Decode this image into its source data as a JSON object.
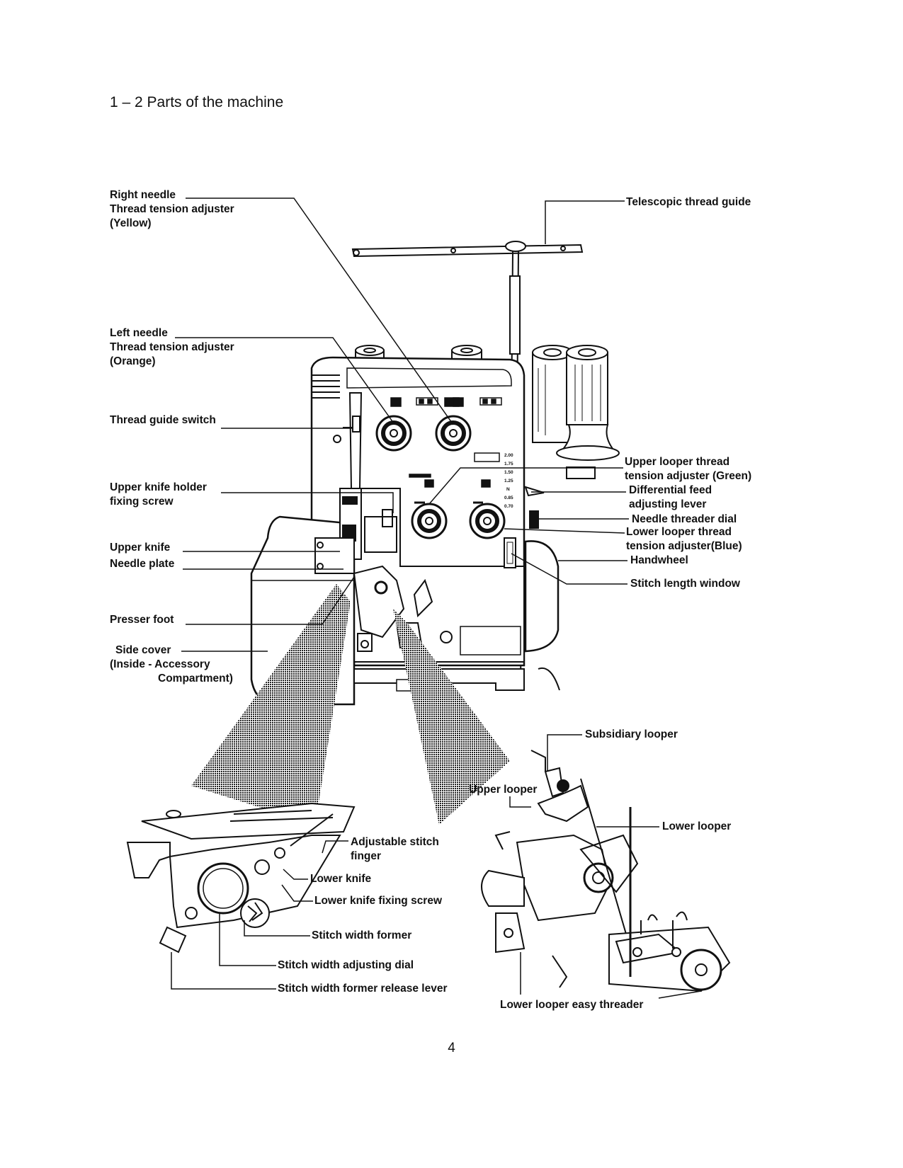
{
  "page": {
    "title": "1 – 2 Parts of the machine",
    "number": "4"
  },
  "labels": {
    "right_needle": [
      "Right needle",
      "Thread tension adjuster",
      "(Yellow)"
    ],
    "left_needle": [
      "Left needle",
      "Thread tension adjuster",
      "(Orange)"
    ],
    "thread_guide_switch": "Thread guide switch",
    "upper_knife_holder": [
      "Upper knife holder",
      "fixing screw"
    ],
    "upper_knife": "Upper knife",
    "needle_plate": "Needle plate",
    "presser_foot": "Presser foot",
    "side_cover": [
      "Side cover",
      "(Inside - Accessory",
      "Compartment)"
    ],
    "telescopic_thread_guide": "Telescopic thread guide",
    "upper_looper_tension": [
      "Upper looper thread",
      "tension adjuster (Green)"
    ],
    "differential_feed": [
      "Differential feed",
      "adjusting lever"
    ],
    "needle_threader_dial": "Needle threader dial",
    "lower_looper_tension": [
      "Lower looper thread",
      "tension adjuster(Blue)"
    ],
    "handwheel": "Handwheel",
    "stitch_length_window": "Stitch length window",
    "subsidiary_looper": "Subsidiary looper",
    "upper_looper": "Upper looper",
    "lower_looper": "Lower looper",
    "adjustable_stitch_finger": [
      "Adjustable stitch",
      "finger"
    ],
    "lower_knife": "Lower knife",
    "lower_knife_fixing_screw": "Lower knife fixing screw",
    "stitch_width_former": "Stitch width former",
    "stitch_width_adjusting_dial": "Stitch width adjusting dial",
    "stitch_width_former_release_lever": "Stitch width former release lever",
    "lower_looper_easy_threader": "Lower looper easy threader"
  },
  "stitch_scale": [
    "2.00",
    "1.75",
    "1.50",
    "1.25",
    "N",
    "0.85",
    "0.70"
  ]
}
